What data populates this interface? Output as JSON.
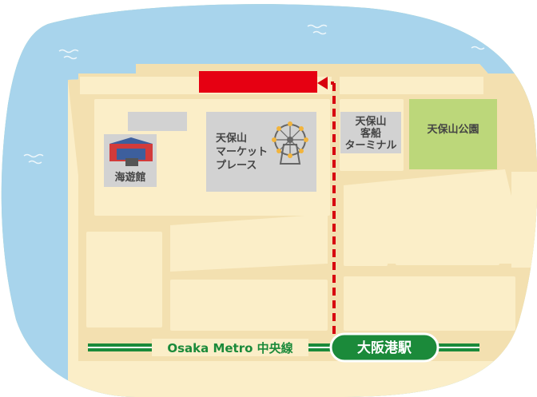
{
  "labels": {
    "aquarium": "海遊館",
    "marketplace_l1": "天保山",
    "marketplace_l2": "マーケット",
    "marketplace_l3": "プレース",
    "terminal_l1": "天保山",
    "terminal_l2": "客船",
    "terminal_l3": "ターミナル",
    "park": "天保山公園",
    "metro_line": "Osaka Metro 中央線",
    "station": "大阪港駅"
  },
  "colors": {
    "sea": "#a8d4ec",
    "land": "#fbeec8",
    "road": "#f3e0b0",
    "building": "#d2d2d2",
    "park": "#bcd77a",
    "destination": "#e60012",
    "route": "#d7000f",
    "metro": "#1b8a3a",
    "frame": "#a9dba8"
  },
  "icons": {
    "aquarium": "aquarium-building-icon",
    "ferris_wheel": "ferris-wheel-icon",
    "route_arrow": "arrow-left-icon"
  }
}
